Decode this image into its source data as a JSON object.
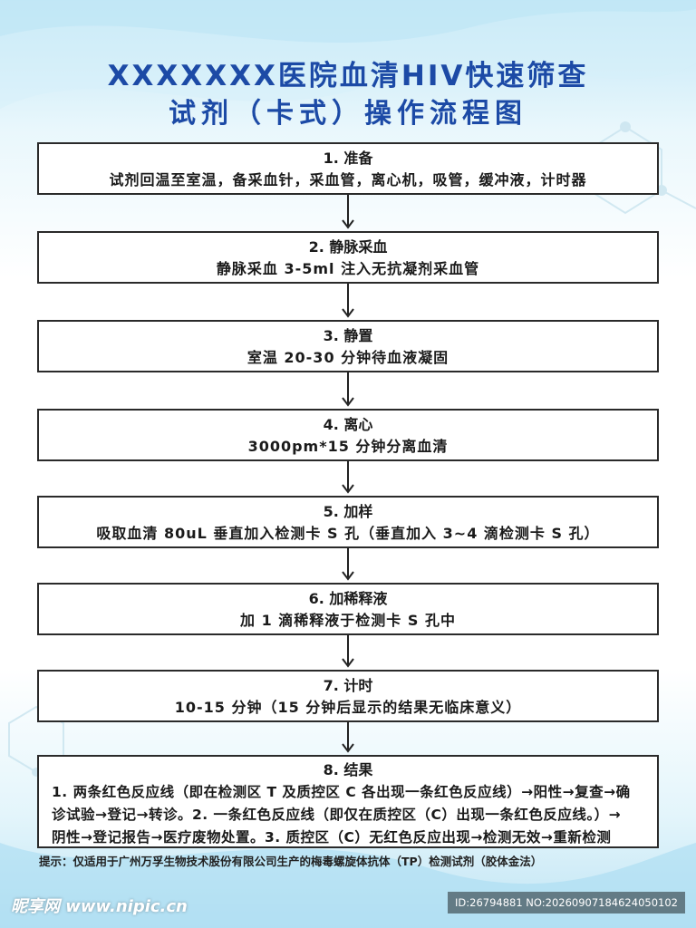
{
  "title": {
    "line1": "XXXXXXX医院血清HIV快速筛查",
    "line2": "试剂（卡式）操作流程图"
  },
  "steps": [
    {
      "heading": "1. 准备",
      "detail": "试剂回温至室温，备采血针，采血管，离心机，吸管，缓冲液，计时器"
    },
    {
      "heading": "2. 静脉采血",
      "detail": "静脉采血 3-5ml 注入无抗凝剂采血管"
    },
    {
      "heading": "3. 静置",
      "detail": "室温 20-30 分钟待血液凝固"
    },
    {
      "heading": "4. 离心",
      "detail": "3000pm*15 分钟分离血清"
    },
    {
      "heading": "5. 加样",
      "detail": "吸取血清 80uL 垂直加入检测卡 S 孔（垂直加入 3~4 滴检测卡 S 孔）"
    },
    {
      "heading": "6. 加稀释液",
      "detail": "加 1 滴稀释液于检测卡 S 孔中"
    },
    {
      "heading": "7. 计时",
      "detail": "10-15 分钟（15 分钟后显示的结果无临床意义）"
    },
    {
      "heading": "8. 结果",
      "detail_lines": [
        "1. 两条红色反应线（即在检测区 T 及质控区 C 各出现一条红色反应线）→阳性→复查→确",
        "诊试验→登记→转诊。2. 一条红色反应线（即仅在质控区（C）出现一条红色反应线。）→",
        "阴性→登记报告→医疗废物处置。3. 质控区（C）无红色反应出现→检测无效→重新检测"
      ]
    }
  ],
  "note": "提示：仅适用于广州万孚生物技术股份有限公司生产的梅毒螺旋体抗体（TP）检测试剂（胶体金法）",
  "watermark": {
    "left": "昵享网 www.nipic.cn",
    "right": "ID:26794881 NO:20260907184624050102"
  },
  "colors": {
    "title": "#1c4aa6",
    "border": "#2a2a2a",
    "background_top": "#bfe6f6"
  }
}
